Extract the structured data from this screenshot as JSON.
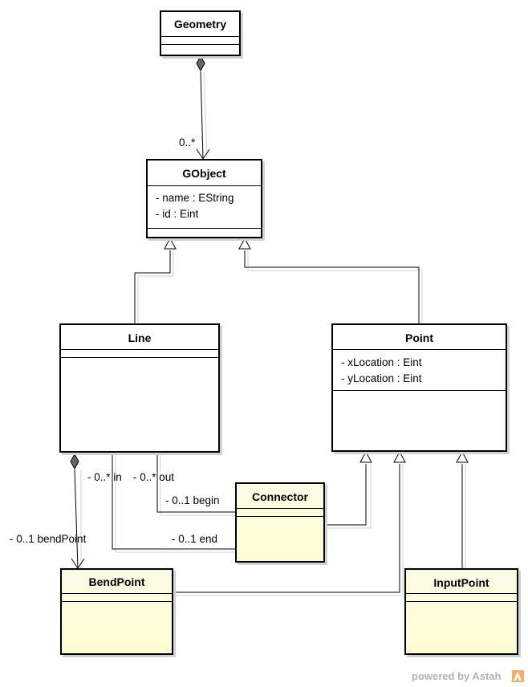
{
  "classes": {
    "geometry": {
      "name": "Geometry",
      "attributes": []
    },
    "gobject": {
      "name": "GObject",
      "attributes": [
        "- name : EString",
        "- id : Eint"
      ]
    },
    "line": {
      "name": "Line",
      "attributes": []
    },
    "point": {
      "name": "Point",
      "attributes": [
        "- xLocation : Eint",
        "- yLocation : Eint"
      ]
    },
    "connector": {
      "name": "Connector",
      "attributes": []
    },
    "bendpoint": {
      "name": "BendPoint",
      "attributes": []
    },
    "inputpoint": {
      "name": "InputPoint",
      "attributes": []
    }
  },
  "labels": {
    "geometry_multiplicity": "0..*",
    "in": "- 0..* in",
    "out": "- 0..* out",
    "begin": "- 0..1 begin",
    "end": "- 0..1 end",
    "bendpoint": "- 0..1 bendPoint"
  },
  "watermark": "powered by Astah",
  "colors": {
    "class_fill": "#fcfcd2",
    "line": "#000000",
    "shadow": "#d2d2d2"
  }
}
